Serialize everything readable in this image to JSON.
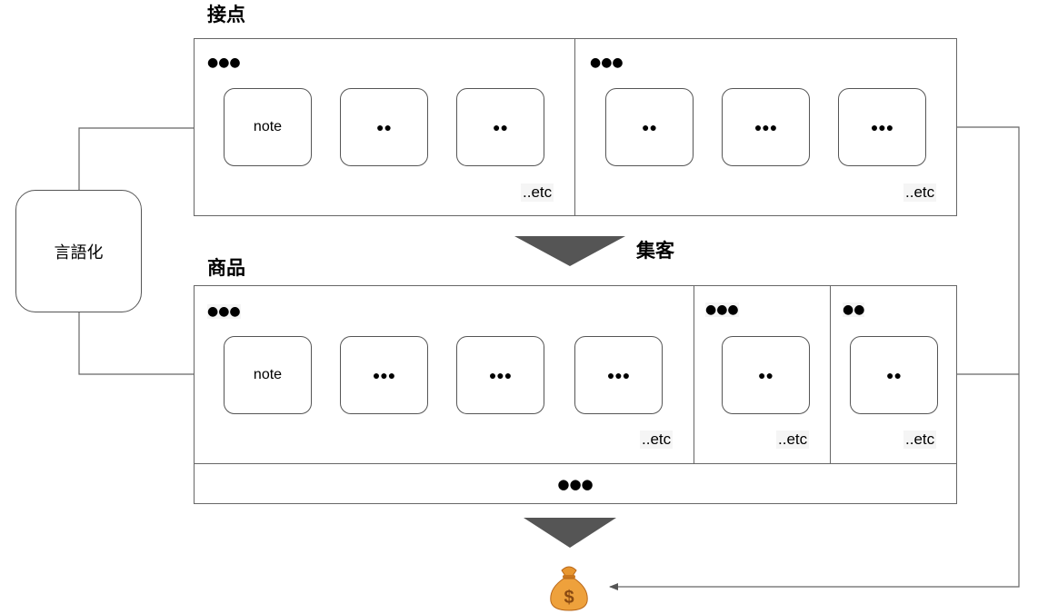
{
  "touchpoints": {
    "title": "接点",
    "group_a": {
      "label": "●●●",
      "cards": [
        "note",
        "●●",
        "●●"
      ],
      "etc": "..etc"
    },
    "group_b": {
      "label": "●●●",
      "cards": [
        "●●",
        "●●●",
        "●●●"
      ],
      "etc": "..etc"
    }
  },
  "attract_label": "集客",
  "products": {
    "title": "商品",
    "group_a": {
      "label": "●●●",
      "cards": [
        "note",
        "●●●",
        "●●●",
        "●●●"
      ],
      "etc": "..etc"
    },
    "group_b": {
      "label": "●●●",
      "cards": [
        "●●"
      ],
      "etc": "..etc"
    },
    "group_c": {
      "label": "●●",
      "cards": [
        "●●"
      ],
      "etc": "..etc"
    },
    "footer": "●●●"
  },
  "verbalize_node": "言語化",
  "money_bag_icon": "money-bag-icon",
  "colors": {
    "border": "#666666",
    "arrow_fill": "#555555",
    "bag": "#e8962f"
  }
}
